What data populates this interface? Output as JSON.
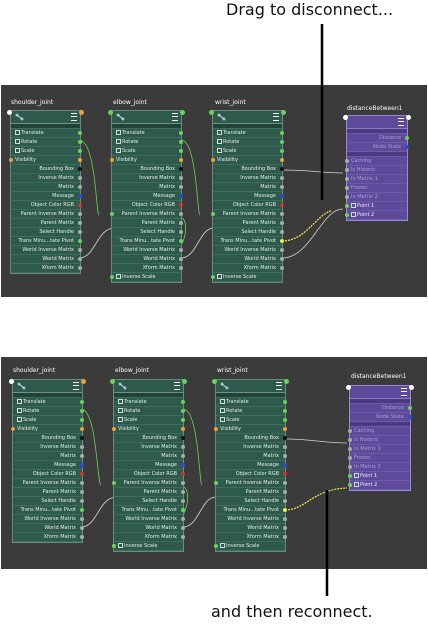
{
  "captions": {
    "top": "Drag to disconnect...",
    "bottom": "and then reconnect."
  },
  "colors": {
    "panel_bg": "#3b3b3b",
    "node_green": "#2d5a4a",
    "node_purple": "#5d4a9a",
    "wire": "#cfd8d4",
    "wire_drag": "#f2e84a",
    "port_green": "#66d65a"
  },
  "icons": {
    "rig": "joint-node-icon",
    "menu": "node-menu-icon"
  },
  "joint_nodes": {
    "shoulder": {
      "title": "shoulder_joint"
    },
    "elbow": {
      "title": "elbow_joint"
    },
    "wrist": {
      "title": "wrist_joint"
    }
  },
  "joint_attrs": {
    "translate": "Translate",
    "rotate": "Rotate",
    "scale": "Scale",
    "visibility": "Visibility",
    "bounding_box": "Bounding Box",
    "inverse_matrix": "Inverse Matrix",
    "matrix": "Matrix",
    "message": "Message",
    "object_color_rgb": "Object Color RGB",
    "parent_inverse_matrix": "Parent Inverse Matrix",
    "parent_matrix": "Parent Matrix",
    "select_handle": "Select Handle",
    "trans_minus_rotate_pivot": "Trans Minu...tate Pivot",
    "world_inverse_matrix": "World Inverse Matrix",
    "world_matrix": "World Matrix",
    "xform_matrix": "Xform Matrix",
    "inverse_scale": "Inverse Scale"
  },
  "distance_node": {
    "title": "distanceBetween1",
    "point1": "Point 1",
    "point2": "Point 2",
    "faded_rows": [
      "Distance",
      "Caching",
      "Is Historic",
      "In Matrix 1",
      "In Matrix 2",
      "Frozen",
      "Node State"
    ]
  }
}
